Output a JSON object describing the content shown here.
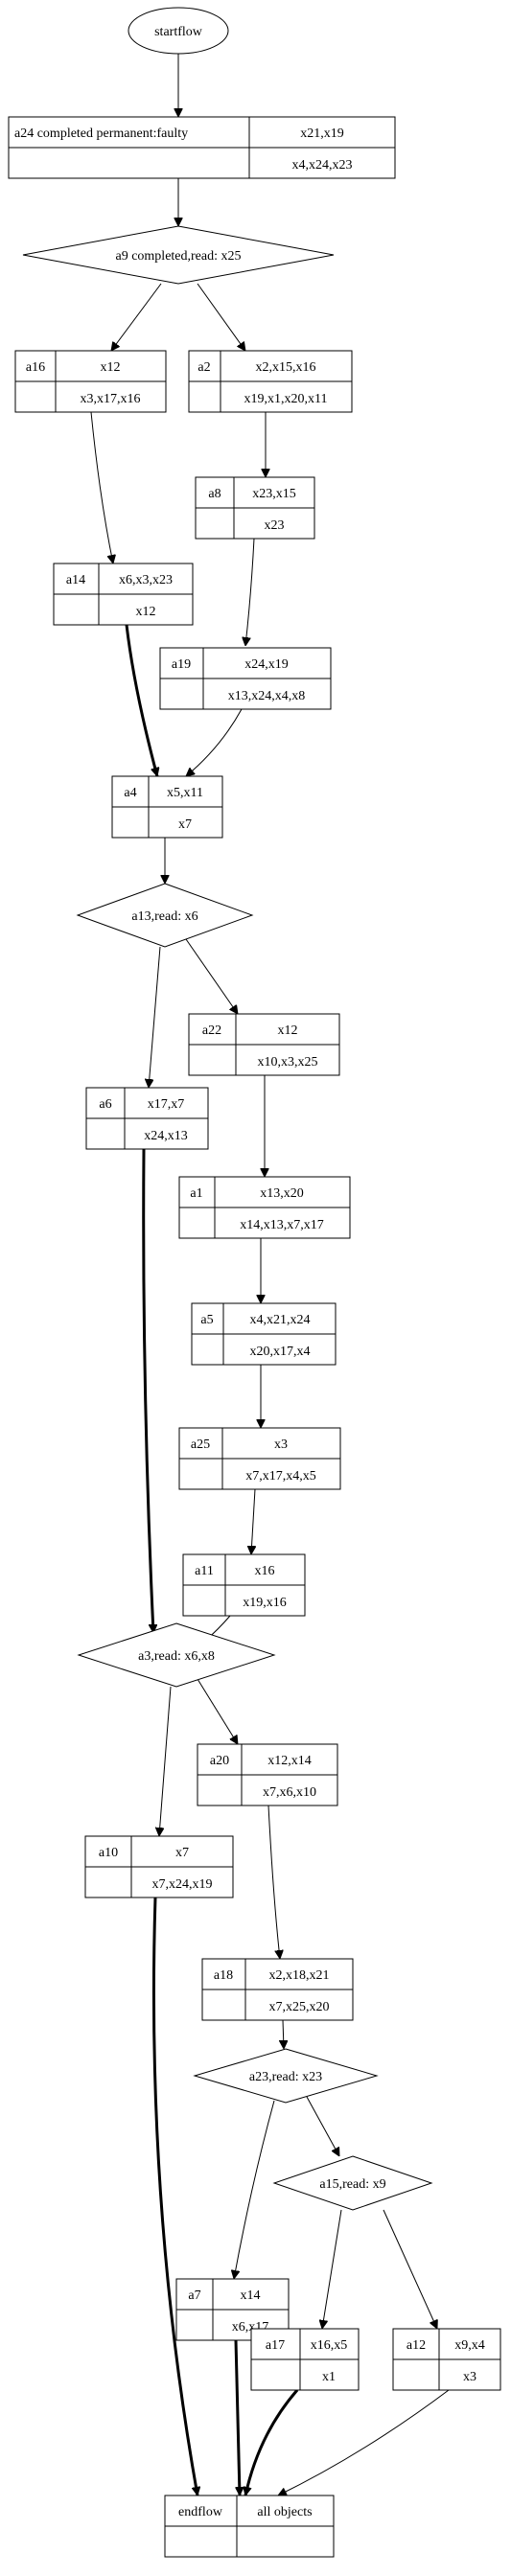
{
  "diagram": {
    "start": {
      "label": "startflow"
    },
    "end": {
      "label": "endflow",
      "objects": "all objects"
    },
    "activities": {
      "a24": {
        "name": "a24 completed permanent:faulty",
        "inputs": "x21,x19",
        "outputs": "x4,x24,x23"
      },
      "a16": {
        "name": "a16",
        "inputs": "x12",
        "outputs": "x3,x17,x16"
      },
      "a2": {
        "name": "a2",
        "inputs": "x2,x15,x16",
        "outputs": "x19,x1,x20,x11"
      },
      "a8": {
        "name": "a8",
        "inputs": "x23,x15",
        "outputs": "x23"
      },
      "a14": {
        "name": "a14",
        "inputs": "x6,x3,x23",
        "outputs": "x12"
      },
      "a19": {
        "name": "a19",
        "inputs": "x24,x19",
        "outputs": "x13,x24,x4,x8"
      },
      "a4": {
        "name": "a4",
        "inputs": "x5,x11",
        "outputs": "x7"
      },
      "a22": {
        "name": "a22",
        "inputs": "x12",
        "outputs": "x10,x3,x25"
      },
      "a6": {
        "name": "a6",
        "inputs": "x17,x7",
        "outputs": "x24,x13"
      },
      "a1": {
        "name": "a1",
        "inputs": "x13,x20",
        "outputs": "x14,x13,x7,x17"
      },
      "a5": {
        "name": "a5",
        "inputs": "x4,x21,x24",
        "outputs": "x20,x17,x4"
      },
      "a25": {
        "name": "a25",
        "inputs": "x3",
        "outputs": "x7,x17,x4,x5"
      },
      "a11": {
        "name": "a11",
        "inputs": "x16",
        "outputs": "x19,x16"
      },
      "a20": {
        "name": "a20",
        "inputs": "x12,x14",
        "outputs": "x7,x6,x10"
      },
      "a10": {
        "name": "a10",
        "inputs": "x7",
        "outputs": "x7,x24,x19"
      },
      "a18": {
        "name": "a18",
        "inputs": "x2,x18,x21",
        "outputs": "x7,x25,x20"
      },
      "a7": {
        "name": "a7",
        "inputs": "x14",
        "outputs": "x6,x17"
      },
      "a17": {
        "name": "a17",
        "inputs": "x16,x5",
        "outputs": "x1"
      },
      "a12": {
        "name": "a12",
        "inputs": "x9,x4",
        "outputs": "x3"
      }
    },
    "decisions": {
      "a9": {
        "label": "a9 completed,read: x25"
      },
      "a13": {
        "label": "a13,read: x6"
      },
      "a3": {
        "label": "a3,read: x6,x8"
      },
      "a23": {
        "label": "a23,read: x23"
      },
      "a15": {
        "label": "a15,read: x9"
      }
    }
  }
}
